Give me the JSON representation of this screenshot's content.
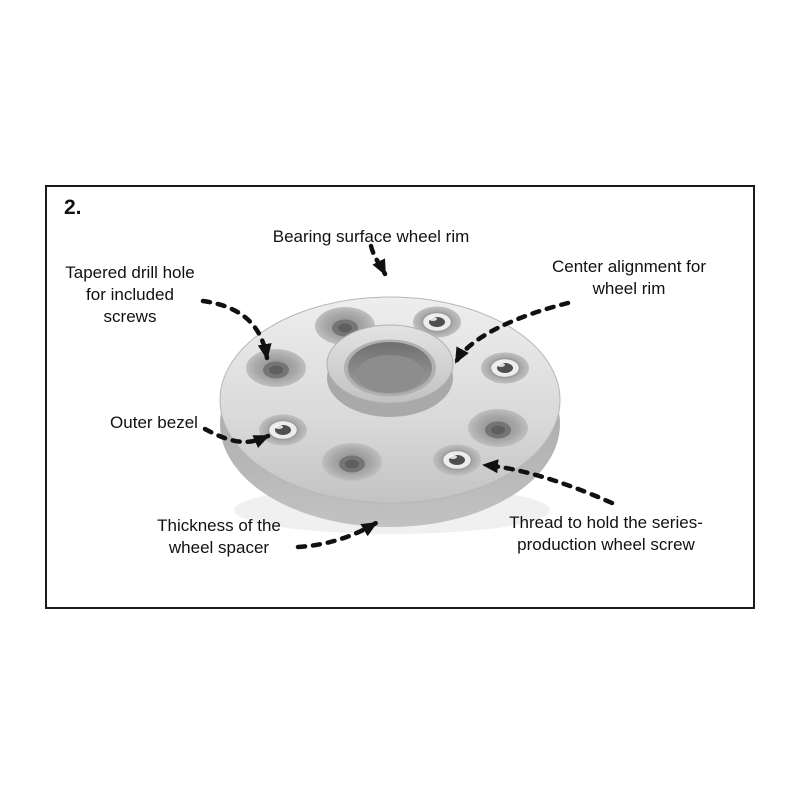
{
  "figure": {
    "step_number": "2.",
    "labels": {
      "bearing_surface": "Bearing surface wheel rim",
      "tapered_drill_hole": "Tapered drill hole\nfor included\nscrews",
      "center_alignment": "Center alignment for\nwheel rim",
      "outer_bezel": "Outer bezel",
      "thickness": "Thickness of the\nwheel spacer",
      "thread": "Thread to hold the series-\nproduction wheel screw"
    },
    "colors": {
      "frame_border": "#1a1a1a",
      "text": "#111111",
      "disc_light": "#ececec",
      "disc_dark": "#b5b5b5",
      "arrow": "#111111"
    }
  }
}
